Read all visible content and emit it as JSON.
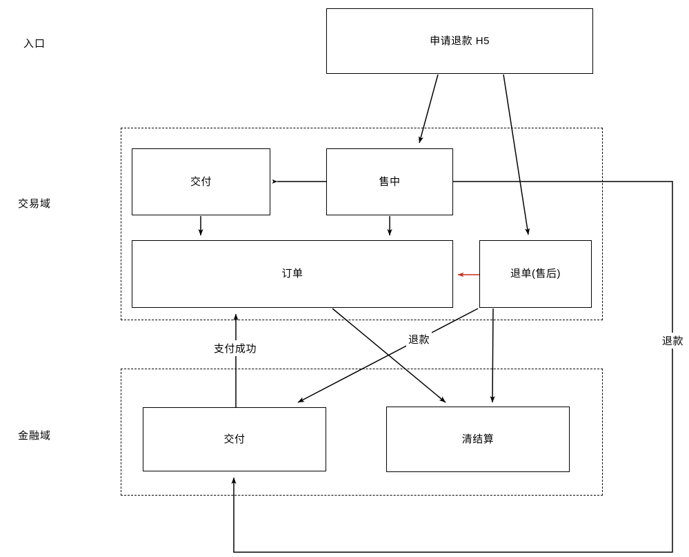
{
  "diagram": {
    "title_present": false,
    "swimlanes": [
      {
        "id": "entry",
        "label": "入口"
      },
      {
        "id": "trade",
        "label": "交易域"
      },
      {
        "id": "finance",
        "label": "金融域"
      }
    ],
    "nodes": [
      {
        "id": "h5",
        "label": "申请退款 H5",
        "lane": "entry"
      },
      {
        "id": "delivery",
        "label": "交付",
        "lane": "trade"
      },
      {
        "id": "insale",
        "label": "售中",
        "lane": "trade"
      },
      {
        "id": "order",
        "label": "订单",
        "lane": "trade"
      },
      {
        "id": "refund",
        "label": "退单(售后)",
        "lane": "trade"
      },
      {
        "id": "payout",
        "label": "交付",
        "lane": "finance"
      },
      {
        "id": "settle",
        "label": "清结算",
        "lane": "finance"
      }
    ],
    "edge_labels": {
      "pay_success": "支付成功",
      "refund_mid": "退款",
      "refund_right": "退款"
    },
    "colors": {
      "stroke": "#000000",
      "accent_red": "#cc2a16",
      "background": "#ffffff"
    }
  }
}
